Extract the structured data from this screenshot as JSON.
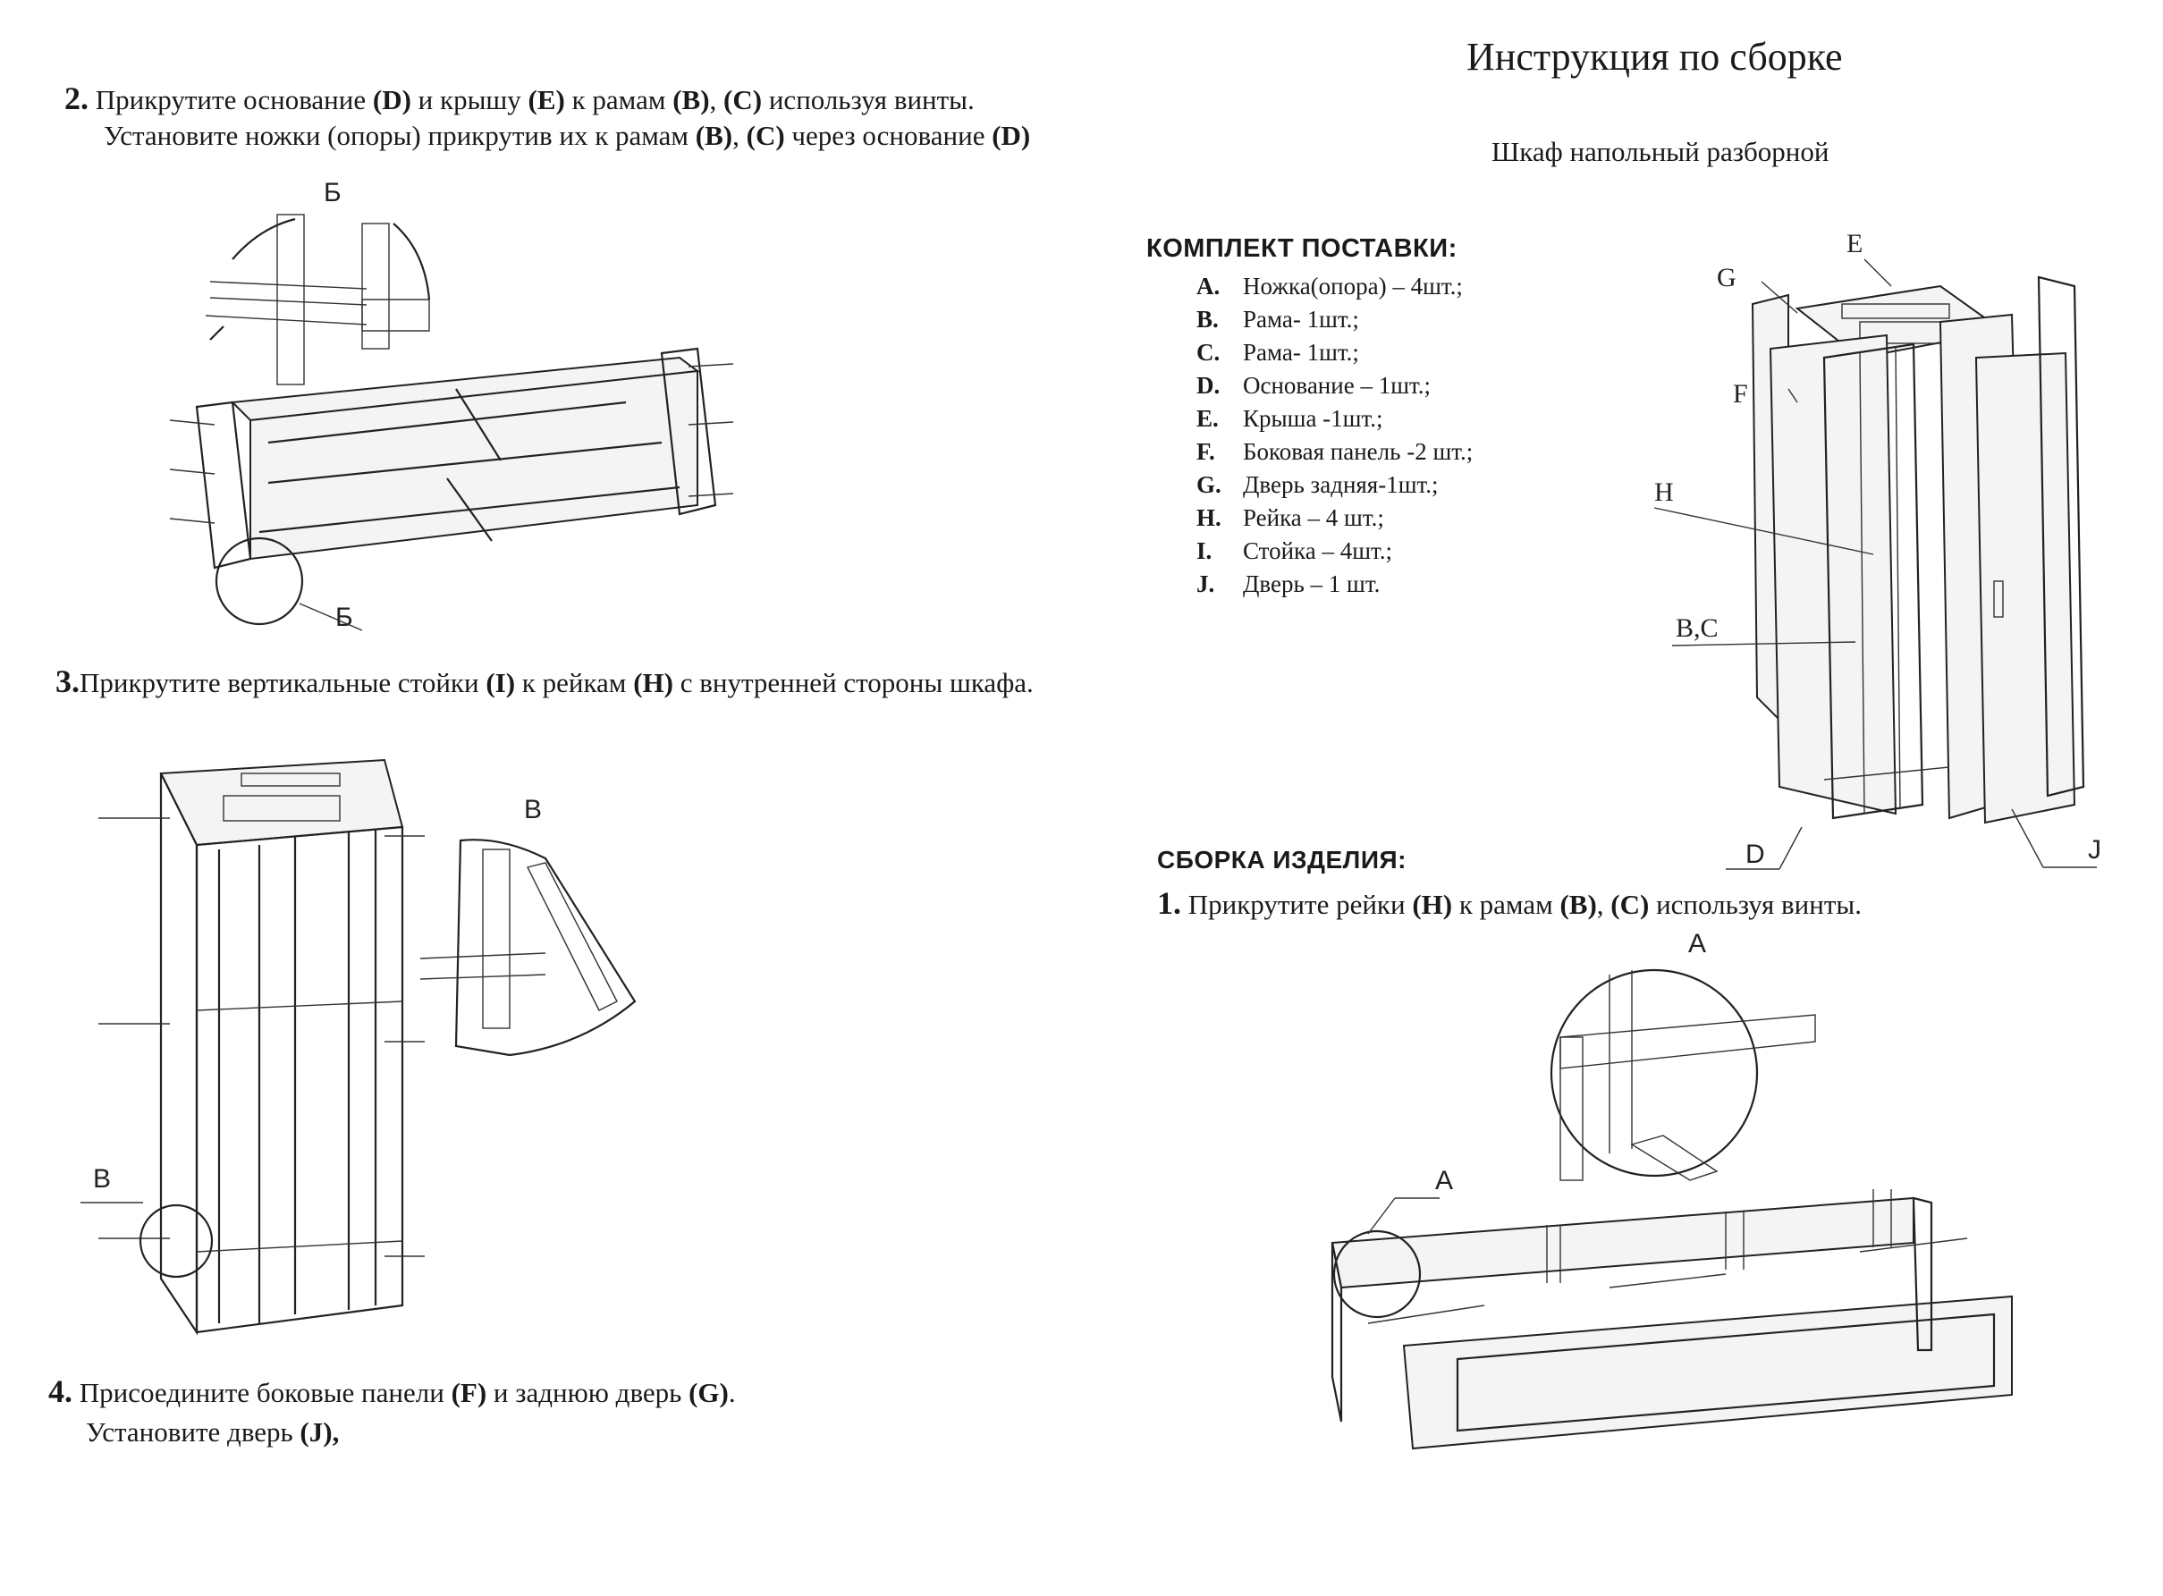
{
  "title": "Инструкция по сборке",
  "subtitle": "Шкаф напольный разборной",
  "kit": {
    "heading": "КОМПЛЕКТ ПОСТАВКИ:",
    "items": [
      {
        "letter": "A.",
        "text": "Ножка(опора) – 4шт.;"
      },
      {
        "letter": "B.",
        "text": "Рама- 1шт.;"
      },
      {
        "letter": "C.",
        "text": "Рама- 1шт.;"
      },
      {
        "letter": "D.",
        "text": "Основание – 1шт.;"
      },
      {
        "letter": "E.",
        "text": "Крыша -1шт.;"
      },
      {
        "letter": "F.",
        "text": "Боковая панель -2 шт.;"
      },
      {
        "letter": "G.",
        "text": "Дверь задняя-1шт.;"
      },
      {
        "letter": "H.",
        "text": "Рейка – 4 шт.;"
      },
      {
        "letter": "I.",
        "text": "Стойка – 4шт.;"
      },
      {
        "letter": "J.",
        "text": "Дверь – 1 шт."
      }
    ]
  },
  "assembly_heading": "СБОРКА ИЗДЕЛИЯ:",
  "steps": {
    "s1": {
      "num": "1.",
      "t1": "Прикрутите рейки ",
      "b1": "(H)",
      "t2": " к рамам ",
      "b2": "(B)",
      "t3": ", ",
      "b3": "(C)",
      "t4": " используя винты."
    },
    "s2": {
      "num": "2.",
      "l1_t1": "Прикрутите основание ",
      "l1_b1": "(D)",
      "l1_t2": " и крышу ",
      "l1_b2": "(E)",
      "l1_t3": "  к рамам ",
      "l1_b3": "(B)",
      "l1_t4": ", ",
      "l1_b4": "(C)",
      "l1_t5": " используя винты.",
      "l2_t1": "Установите  ножки (опоры) прикрутив их к рамам ",
      "l2_b1": "(B)",
      "l2_t2": ", ",
      "l2_b2": "(C)",
      "l2_t3": " через основание ",
      "l2_b3": "(D)"
    },
    "s3": {
      "num": "3.",
      "t1": "Прикрутите вертикальные стойки ",
      "b1": "(I)",
      "t2": " к рейкам ",
      "b2": "(H)",
      "t3": " с внутренней стороны шкафа."
    },
    "s4": {
      "num": "4.",
      "l1_t1": "Присоедините боковые панели ",
      "l1_b1": "(F)",
      "l1_t2": " и заднюю дверь ",
      "l1_b2": "(G)",
      "l1_t3": ".",
      "l2_t1": "Установите дверь  ",
      "l2_b1": "(J),"
    }
  },
  "diagram_labels": {
    "cabinet": {
      "E": "E",
      "G": "G",
      "F": "F",
      "H": "H",
      "BC": "B,C",
      "D": "D",
      "J": "J"
    },
    "step1": {
      "A1": "A",
      "A2": "A"
    },
    "step2": {
      "B1": "Б",
      "B2": "Б"
    },
    "step3": {
      "V1": "B",
      "V2": "B"
    }
  }
}
